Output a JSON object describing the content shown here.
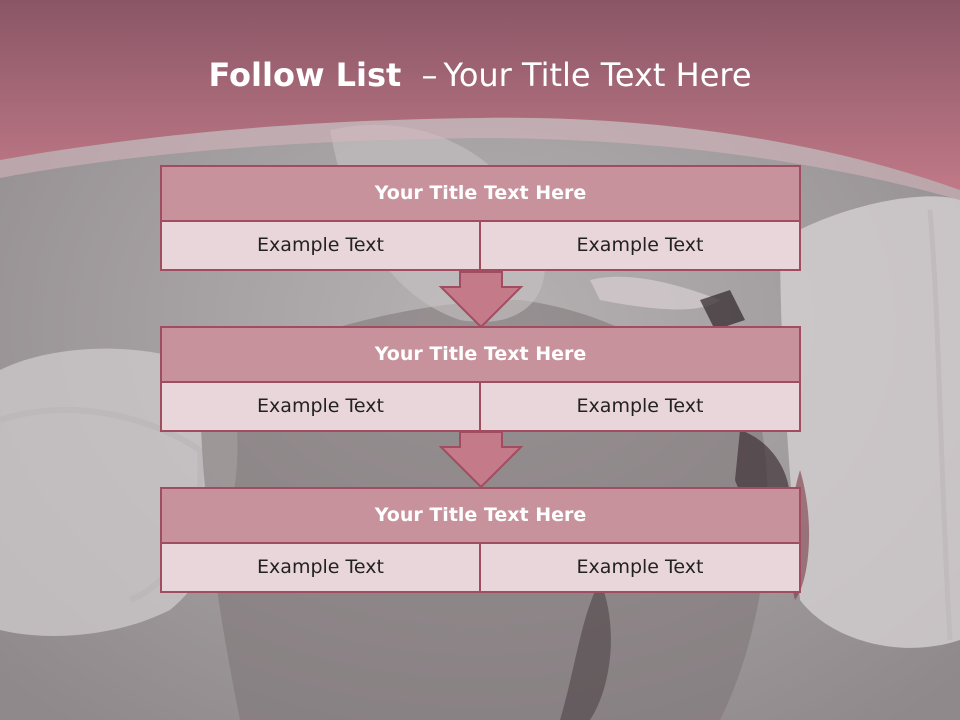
{
  "slide": {
    "title_bold": "Follow List",
    "title_dash": "–",
    "title_rest": "Your Title Text Here"
  },
  "blocks": [
    {
      "title": "Your Title Text Here",
      "left_text": "Example Text",
      "right_text": "Example Text"
    },
    {
      "title": "Your Title Text Here",
      "left_text": "Example Text",
      "right_text": "Example Text"
    },
    {
      "title": "Your Title Text Here",
      "left_text": "Example Text",
      "right_text": "Example Text"
    }
  ],
  "colors": {
    "header_band": "#b06a7b",
    "block_head_fill": "#c8929c",
    "block_border": "#a14d61",
    "cell_fill": "#e9d6db",
    "arrow_fill": "#c47a88"
  },
  "icons": {
    "arrow": "down-arrow-icon"
  }
}
